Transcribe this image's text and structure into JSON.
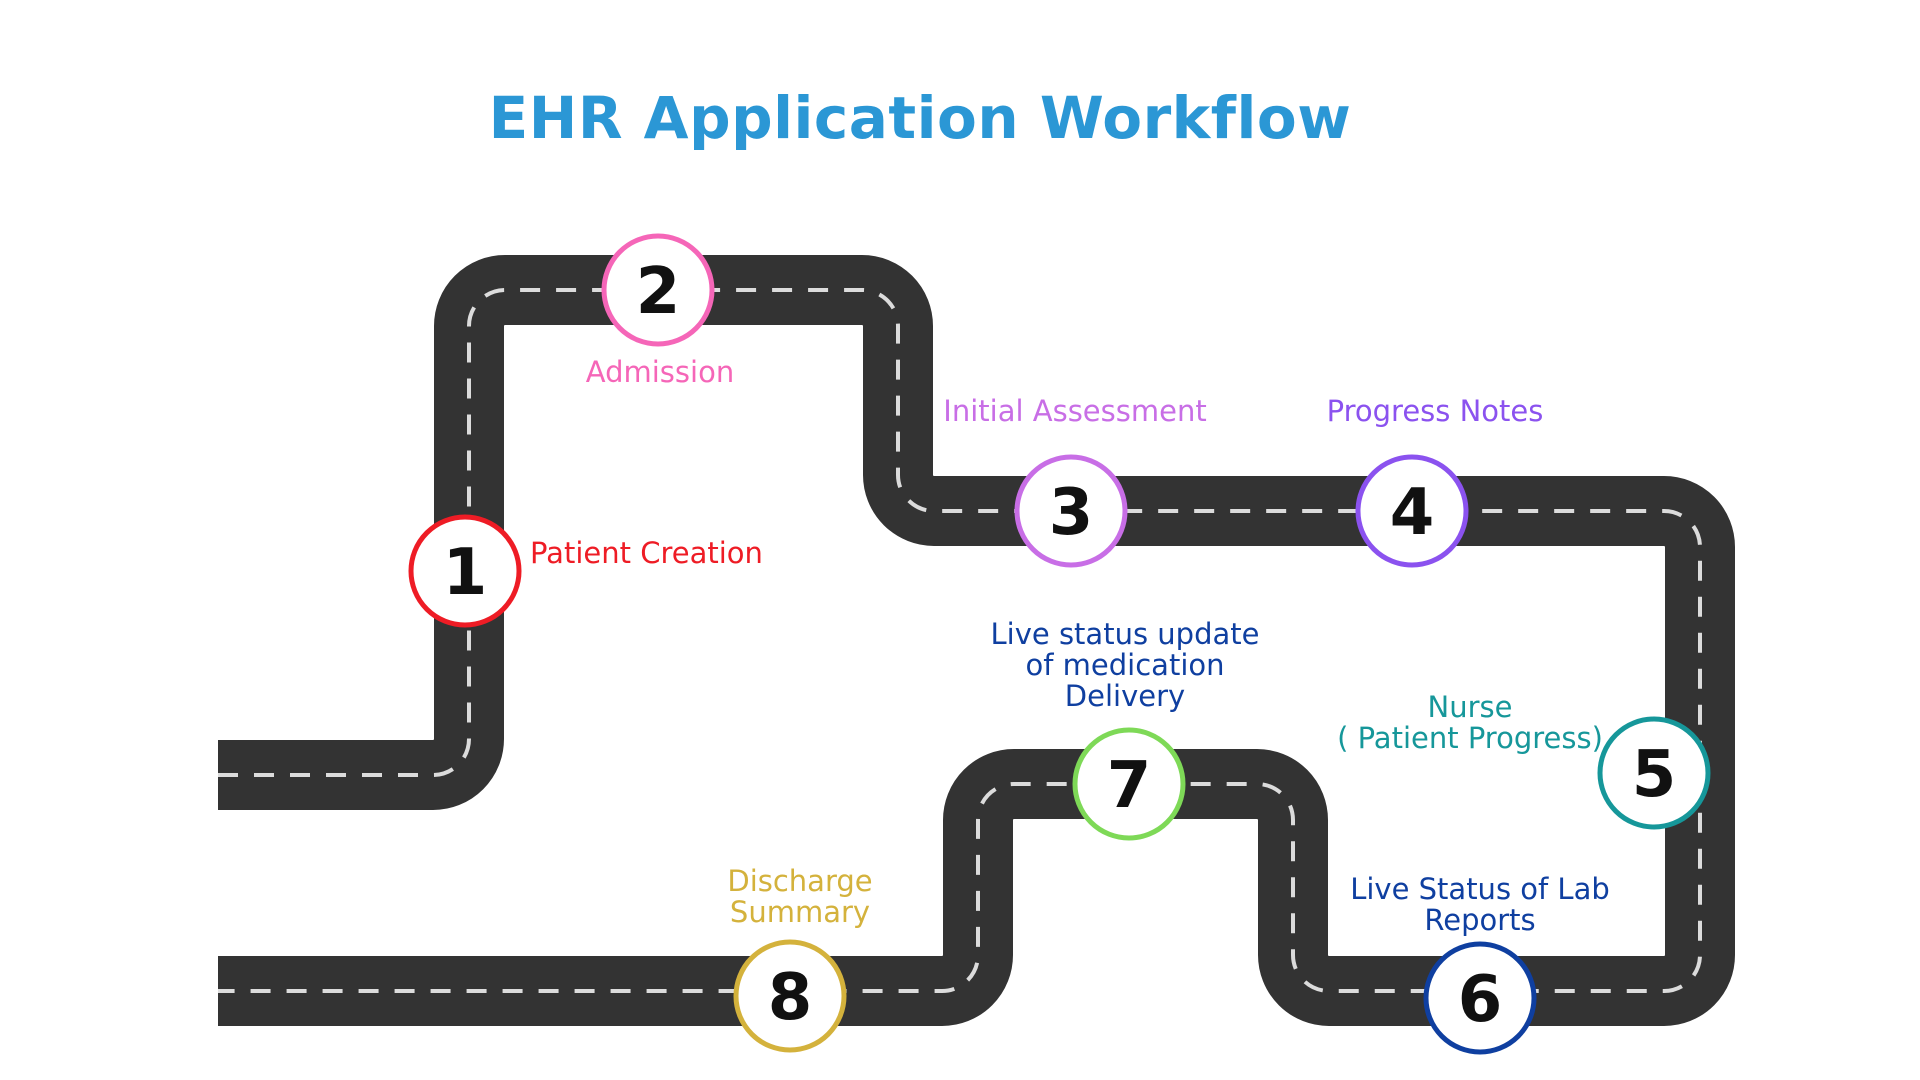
{
  "title": "EHR Application Workflow",
  "colors": {
    "road": "#333333",
    "dash": "#dcdcdc",
    "title": "#2b97d5"
  },
  "steps": [
    {
      "number": "1",
      "label": "Patient Creation",
      "color": "#ee1c25"
    },
    {
      "number": "2",
      "label": "Admission",
      "color": "#f566b8"
    },
    {
      "number": "3",
      "label": "Initial Assessment",
      "color": "#c86ee6"
    },
    {
      "number": "4",
      "label": "Progress Notes",
      "color": "#8b52ef"
    },
    {
      "number": "5",
      "label_line1": "Nurse",
      "label_line2": "( Patient  Progress)",
      "color": "#16979a"
    },
    {
      "number": "6",
      "label_line1": "Live Status of Lab",
      "label_line2": "Reports",
      "color": "#0f3fa0"
    },
    {
      "number": "7",
      "label_line1": "Live status update",
      "label_line2": "of medication",
      "label_line3": "Delivery",
      "color": "#0f3fa0",
      "ring_color": "#7ed957"
    },
    {
      "number": "8",
      "label_line1": "Discharge",
      "label_line2": "Summary",
      "color": "#d4b23c"
    }
  ]
}
